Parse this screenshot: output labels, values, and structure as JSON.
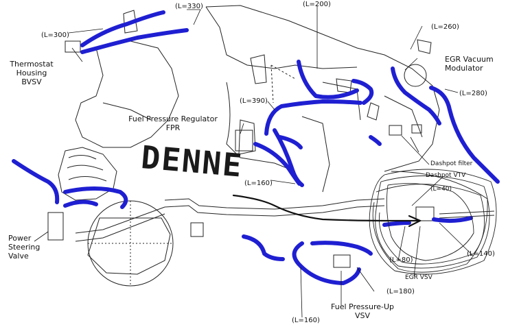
{
  "labels": {
    "l330": "(L=330)",
    "l300": "(L=300)",
    "l200": "(L=200)",
    "l260": "(L=260)",
    "l280": "(L=280)",
    "l390": "(L=390)",
    "l160_mid": "(L=160)",
    "l40": "(L=40)",
    "l140": "(L=140)",
    "l80": "(L=80)",
    "l180": "(L=180)",
    "l160_bottom": "(L=160)"
  },
  "components": {
    "thermostat": [
      "Thermostat",
      "Housing",
      "BVSV"
    ],
    "fpr": [
      "Fuel Pressure Regulator",
      "FPR"
    ],
    "egr_modulator": [
      "EGR Vacuum",
      "Modulator"
    ],
    "power_steering": [
      "Power",
      "Steering",
      "Valve"
    ],
    "dashpot_filter": "Dashpot filter",
    "dashpot_vtv": "Dashpot VTV",
    "egr_vsv": "EGR VSV",
    "fuel_pressure_up": [
      "Fuel Pressure-Up",
      "VSV"
    ]
  },
  "annotation": "DENNE",
  "colors": {
    "hose": "#1f1fd2",
    "line": "#222222",
    "background": "#ffffff"
  }
}
